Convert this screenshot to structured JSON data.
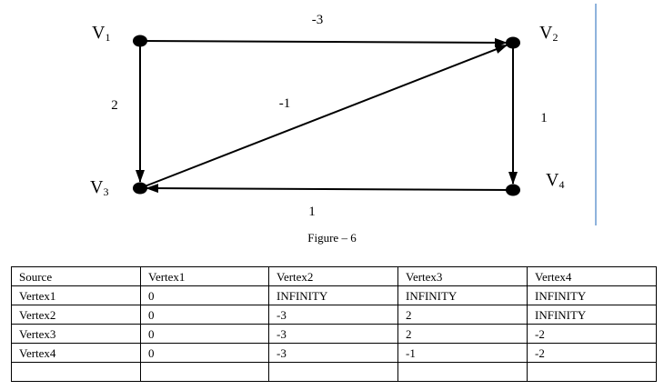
{
  "figure": {
    "nodes": [
      {
        "id": "v1",
        "letter": "V",
        "sub": "1"
      },
      {
        "id": "v2",
        "letter": "V",
        "sub": "2"
      },
      {
        "id": "v3",
        "letter": "V",
        "sub": "3"
      },
      {
        "id": "v4",
        "letter": "V",
        "sub": "4"
      }
    ],
    "edges": [
      {
        "from": "v1",
        "to": "v2",
        "weight": "-3"
      },
      {
        "from": "v1",
        "to": "v3",
        "weight": "2"
      },
      {
        "from": "v3",
        "to": "v2",
        "weight": "-1"
      },
      {
        "from": "v2",
        "to": "v4",
        "weight": "1"
      },
      {
        "from": "v4",
        "to": "v3",
        "weight": "1"
      }
    ],
    "caption": "Figure – 6"
  },
  "table": {
    "header": [
      "Source",
      "Vertex1",
      "Vertex2",
      "Vertex3",
      "Vertex4"
    ],
    "rows": [
      [
        "Vertex1",
        "0",
        "INFINITY",
        "INFINITY",
        "INFINITY"
      ],
      [
        "Vertex2",
        "0",
        "-3",
        "2",
        "INFINITY"
      ],
      [
        "Vertex3",
        "0",
        "-3",
        "2",
        "-2"
      ],
      [
        "Vertex4",
        "0",
        "-3",
        "-1",
        "-2"
      ],
      [
        "",
        "",
        "",
        "",
        ""
      ]
    ]
  }
}
